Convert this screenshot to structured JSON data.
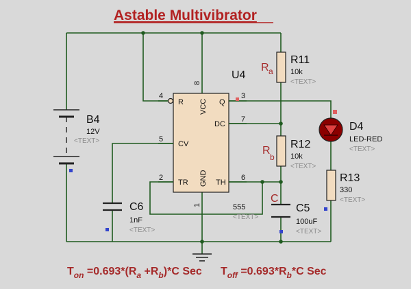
{
  "title": "Astable Multivibrator",
  "ic": {
    "ref": "U4",
    "part": "555",
    "text_tag": "<TEXT>",
    "pins": {
      "R": "R",
      "VCC": "VCC",
      "Q": "Q",
      "DC": "DC",
      "CV": "CV",
      "TR": "TR",
      "GND": "GND",
      "TH": "TH"
    },
    "pin_numbers": {
      "p4": "4",
      "p8": "8",
      "p3": "3",
      "p7": "7",
      "p5": "5",
      "p2": "2",
      "p6": "6",
      "p1": "1"
    }
  },
  "battery": {
    "ref": "B4",
    "value": "12V",
    "text_tag": "<TEXT>"
  },
  "r11": {
    "ref": "R11",
    "value": "10k",
    "text_tag": "<TEXT>",
    "alias": "R",
    "alias_sub": "a"
  },
  "r12": {
    "ref": "R12",
    "value": "10k",
    "text_tag": "<TEXT>",
    "alias": "R",
    "alias_sub": "b"
  },
  "r13": {
    "ref": "R13",
    "value": "330",
    "text_tag": "<TEXT>"
  },
  "d4": {
    "ref": "D4",
    "value": "LED-RED",
    "text_tag": "<TEXT>"
  },
  "c5": {
    "ref": "C5",
    "value": "100uF",
    "text_tag": "<TEXT>",
    "alias": "C"
  },
  "c6": {
    "ref": "C6",
    "value": "1nF",
    "text_tag": "<TEXT>"
  },
  "formula": {
    "t_on": {
      "t": "T",
      "sub": "on",
      "a": " =0.693*(R",
      "ra_sub": "a",
      "b": " +R",
      "rb_sub": "b",
      "c": ")*C Sec"
    },
    "t_off": {
      "t": "T",
      "sub": "off",
      "a": " =0.693*R",
      "rb_sub": "b",
      "c": "*C Sec"
    }
  },
  "colors": {
    "wire": "#1f5a1f",
    "title": "#b22222",
    "led": "#8b0000",
    "resistor": "#f2dcc0",
    "ic": "#f2dcc0"
  }
}
